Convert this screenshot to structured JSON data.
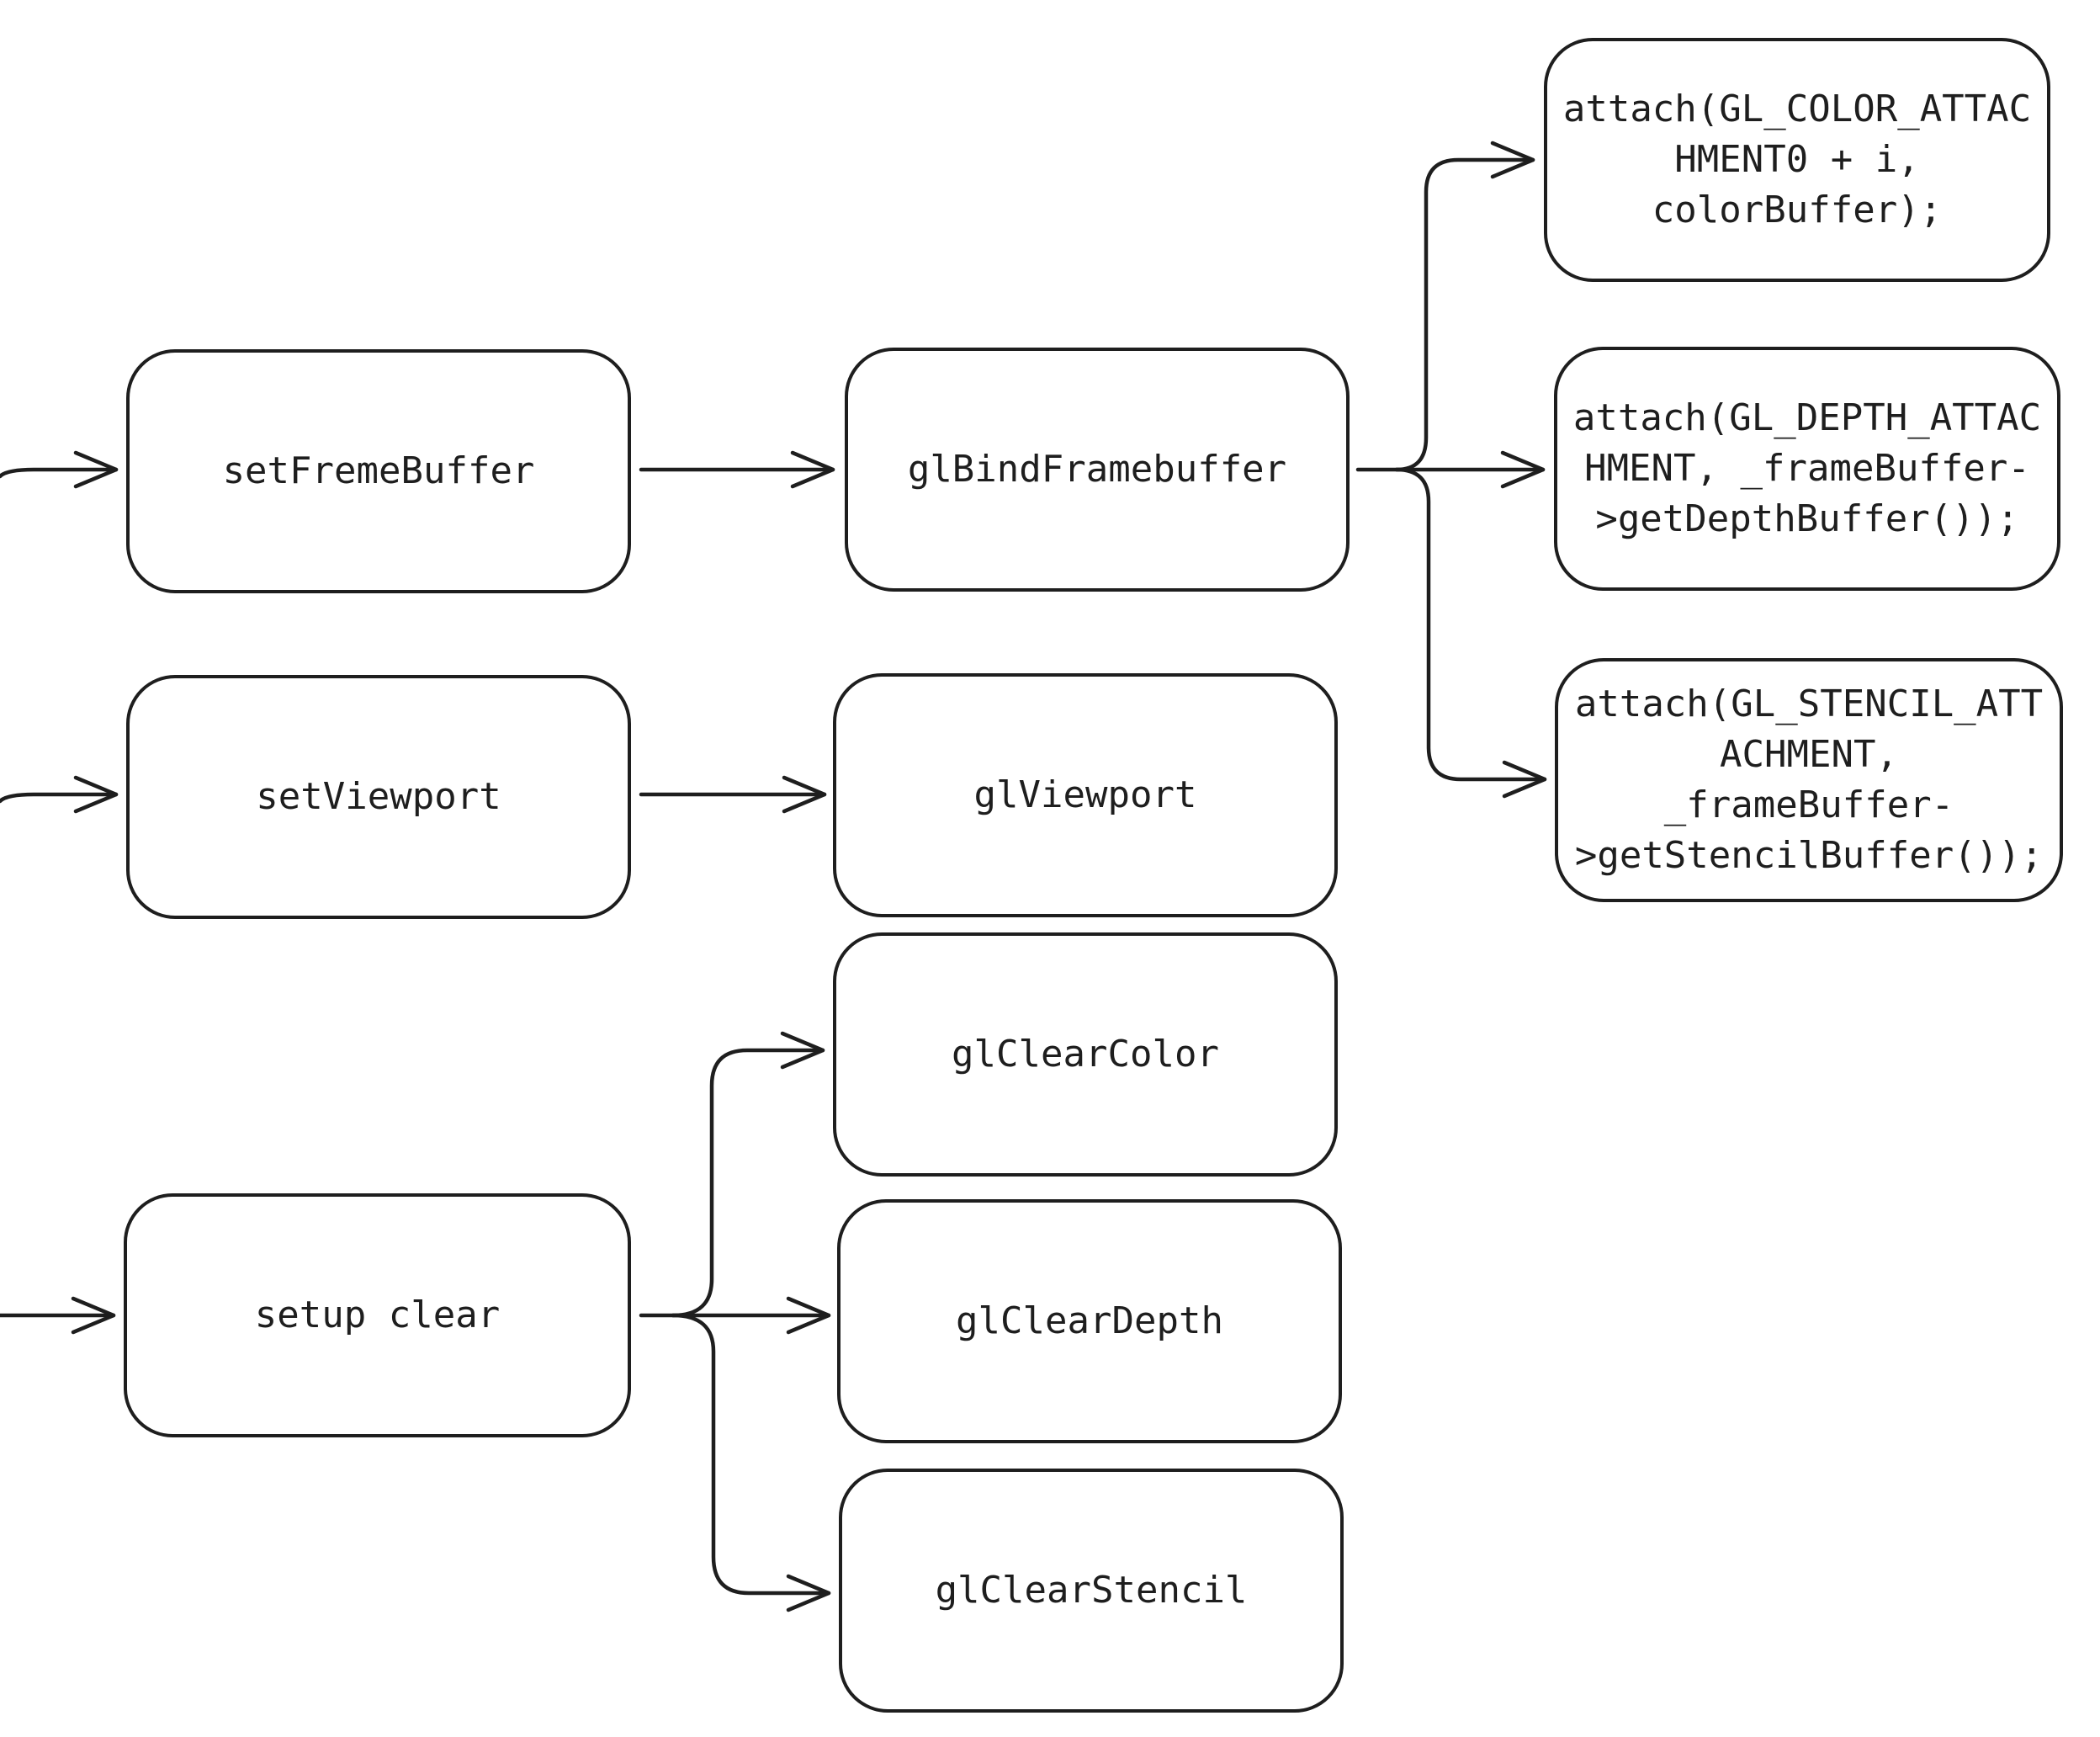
{
  "nodes": {
    "set_freme_buffer": "setFremeBuffer",
    "set_viewport": "setViewport",
    "setup_clear": "setup clear",
    "gl_bind_framebuffer": "glBindFramebuffer",
    "gl_viewport": "glViewport",
    "gl_clear_color": "glClearColor",
    "gl_clear_depth": "glClearDepth",
    "gl_clear_stencil": "glClearStencil",
    "attach_color": [
      "attach(GL_COLOR_ATTAC",
      "HMENT0 + i,",
      "colorBuffer);"
    ],
    "attach_depth": [
      "attach(GL_DEPTH_ATTAC",
      "HMENT, _frameBuffer-",
      ">getDepthBuffer());"
    ],
    "attach_stencil": [
      "attach(GL_STENCIL_ATT",
      "ACHMENT,",
      "_frameBuffer-",
      ">getStencilBuffer());"
    ]
  },
  "colors": {
    "stroke": "#1e1e1e",
    "background": "#ffffff"
  }
}
